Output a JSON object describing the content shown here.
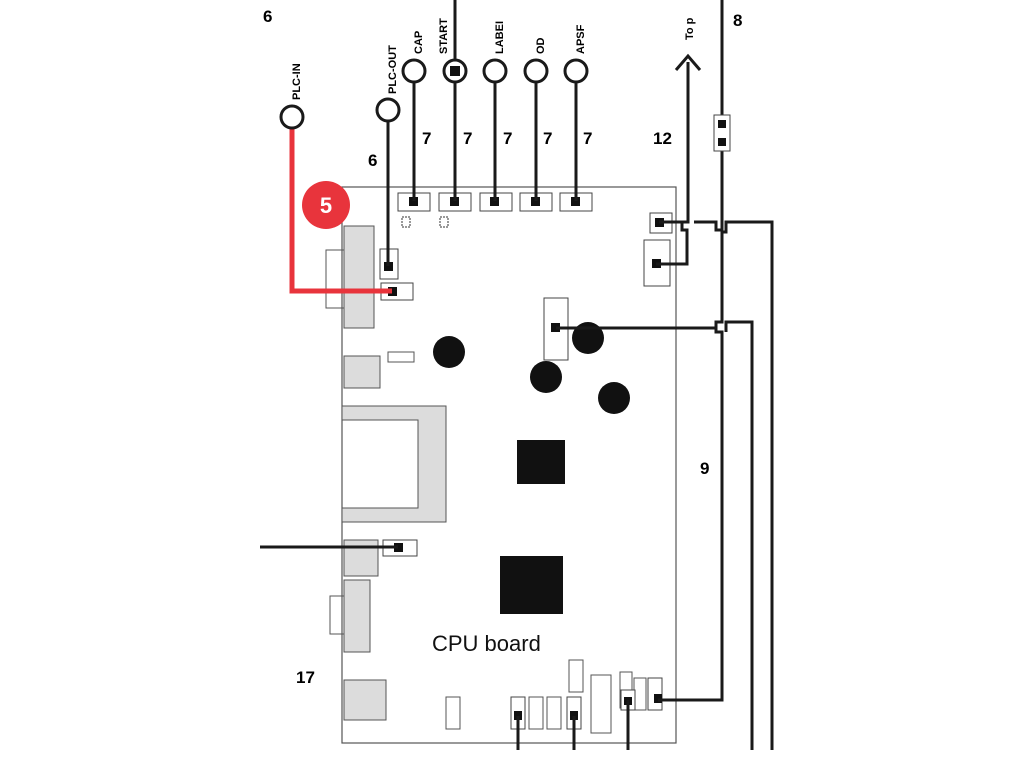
{
  "terminals": {
    "plc_in": "PLC-IN",
    "plc_out": "PLC-OUT",
    "cap": "CAP",
    "start": "START",
    "label": "LABEI",
    "od": "OD",
    "apsf": "APSF",
    "to_p": "To p"
  },
  "numbers": {
    "n6": "6",
    "n7": "7",
    "n8": "8",
    "n9": "9",
    "n12": "12",
    "n17": "17",
    "top_left": "6"
  },
  "badge": "5",
  "board_label": "CPU board",
  "colors": {
    "highlight": "#e8343c",
    "wire": "#1a1a1a",
    "component_fill": "#dcdcdc"
  }
}
